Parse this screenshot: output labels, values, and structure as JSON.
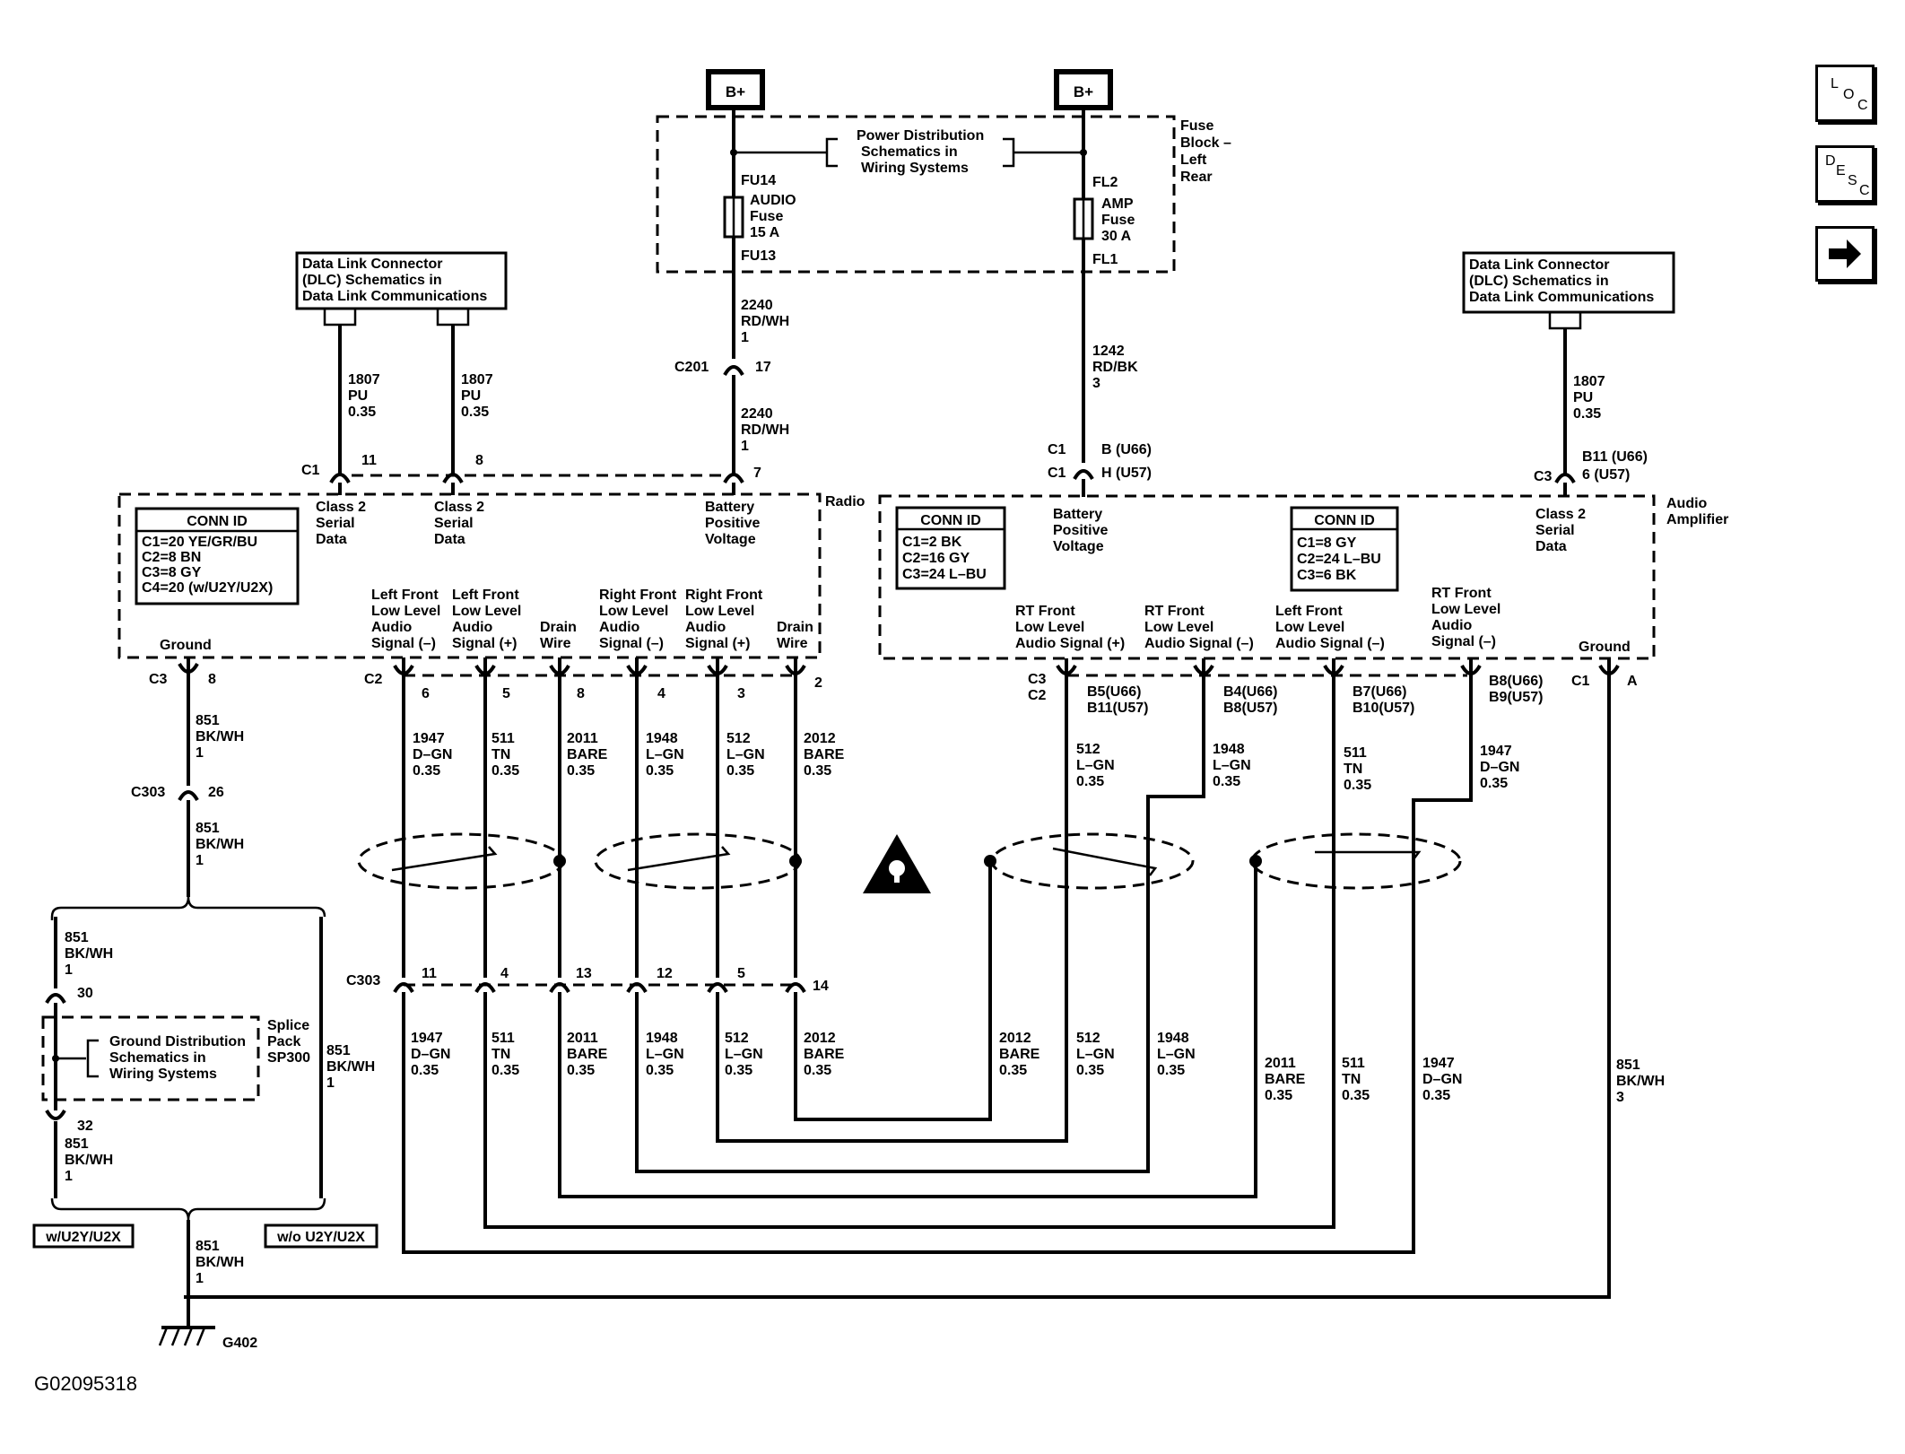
{
  "battery": {
    "left_label": "B+",
    "right_label": "B+"
  },
  "fuse_block": {
    "title": [
      "Fuse",
      "Block –",
      "Left",
      "Rear"
    ],
    "ref_note": [
      "Power Distribution",
      "Schematics in",
      "Wiring Systems"
    ],
    "audio_fuse": {
      "top_pin": "FU14",
      "lines": [
        "AUDIO",
        "Fuse",
        "15 A"
      ],
      "bottom_pin": "FU13"
    },
    "amp_fuse": {
      "top_pin": "FL2",
      "lines": [
        "AMP",
        "Fuse",
        "30 A"
      ],
      "bottom_pin": "FL1"
    }
  },
  "dlc_left": {
    "lines": [
      "Data Link Connector",
      "(DLC) Schematics in",
      "Data Link Communications"
    ]
  },
  "dlc_right": {
    "lines": [
      "Data Link Connector",
      "(DLC) Schematics in",
      "Data Link Communications"
    ]
  },
  "wires": {
    "w2240_top": [
      "2240",
      "RD/WH",
      "1"
    ],
    "w2240_bot": [
      "2240",
      "RD/WH",
      "1"
    ],
    "c201": {
      "name": "C201",
      "pin": "17"
    },
    "w1242": [
      "1242",
      "RD/BK",
      "3"
    ],
    "w1807_a": [
      "1807",
      "PU",
      "0.35"
    ],
    "w1807_b": [
      "1807",
      "PU",
      "0.35"
    ],
    "w1807_c": [
      "1807",
      "PU",
      "0.35"
    ]
  },
  "radio": {
    "name": "Radio",
    "c1_label": "C1",
    "pins_top": [
      {
        "num": "11",
        "label": [
          "Class 2",
          "Serial",
          "Data"
        ]
      },
      {
        "num": "8",
        "label": [
          "Class 2",
          "Serial",
          "Data"
        ]
      },
      {
        "num": "7",
        "label": [
          "Battery",
          "Positive",
          "Voltage"
        ]
      }
    ],
    "conn_id": {
      "title": "CONN ID",
      "lines": [
        "C1=20 YE/GR/BU",
        "C2=8 BN",
        "C3=8 GY",
        "C4=20 (w/U2Y/U2X)"
      ]
    },
    "ground": {
      "label": "Ground",
      "conn": "C3",
      "pin": "8"
    },
    "c2_label": "C2",
    "signals": [
      {
        "pin": "6",
        "label": [
          "Left Front",
          "Low Level",
          "Audio",
          "Signal (–)"
        ],
        "wire": [
          "1947",
          "D–GN",
          "0.35"
        ]
      },
      {
        "pin": "5",
        "label": [
          "Left Front",
          "Low Level",
          "Audio",
          "Signal (+)"
        ],
        "wire": [
          "511",
          "TN",
          "0.35"
        ]
      },
      {
        "pin": "8",
        "label": [
          "Drain",
          "Wire"
        ],
        "wire": [
          "2011",
          "BARE",
          "0.35"
        ]
      },
      {
        "pin": "4",
        "label": [
          "Right Front",
          "Low Level",
          "Audio",
          "Signal (–)"
        ],
        "wire": [
          "1948",
          "L–GN",
          "0.35"
        ]
      },
      {
        "pin": "3",
        "label": [
          "Right Front",
          "Low Level",
          "Audio",
          "Signal (+)"
        ],
        "wire": [
          "512",
          "L–GN",
          "0.35"
        ]
      },
      {
        "pin": "2",
        "label": [
          "Drain",
          "Wire"
        ],
        "wire": [
          "2012",
          "BARE",
          "0.35"
        ]
      }
    ]
  },
  "amplifier": {
    "name": [
      "Audio",
      "Amplifier"
    ],
    "c1_top": {
      "lines": [
        "C1",
        "C1"
      ],
      "pins": [
        "B (U66)",
        "H (U57)"
      ],
      "label": [
        "Battery",
        "Positive",
        "Voltage"
      ]
    },
    "c3_top": {
      "conn": "C3",
      "pins": [
        "B11 (U66)",
        "6 (U57)"
      ],
      "label": [
        "Class 2",
        "Serial",
        "Data"
      ]
    },
    "conn_id_a": {
      "title": "CONN ID",
      "lines": [
        "C1=2 BK",
        "C2=16 GY",
        "C3=24 L–BU"
      ]
    },
    "conn_id_b": {
      "title": "CONN ID",
      "lines": [
        "C1=8 GY",
        "C2=24 L–BU",
        "C3=6 BK"
      ]
    },
    "conn_left": [
      "C3",
      "C2"
    ],
    "signals": [
      {
        "label": [
          "RT Front",
          "Low Level",
          "Audio Signal (+)"
        ],
        "pins": [
          "B5(U66)",
          "B11(U57)"
        ],
        "wire": [
          "512",
          "L–GN",
          "0.35"
        ]
      },
      {
        "label": [
          "RT Front",
          "Low Level",
          "Audio Signal (–)"
        ],
        "pins": [
          "B4(U66)",
          "B8(U57)"
        ],
        "wire": [
          "1948",
          "L–GN",
          "0.35"
        ]
      },
      {
        "label": [
          "Left Front",
          "Low Level",
          "Audio Signal (–)"
        ],
        "pins": [
          "B7(U66)",
          "B10(U57)"
        ],
        "wire": [
          "511",
          "TN",
          "0.35"
        ]
      },
      {
        "label": [
          "RT Front",
          "Low Level",
          "Audio",
          "Signal (–)"
        ],
        "pins": [
          "B8(U66)",
          "B9(U57)"
        ],
        "wire": [
          "1947",
          "D–GN",
          "0.35"
        ]
      }
    ],
    "ground": {
      "label": "Ground",
      "conn": "C1",
      "pin": "A",
      "wire": [
        "851",
        "BK/WH",
        "3"
      ]
    }
  },
  "c303": {
    "name": "C303",
    "ground_pin": "26",
    "pins": [
      "11",
      "4",
      "13",
      "12",
      "5",
      "14"
    ],
    "lower_wires": [
      [
        "1947",
        "D–GN",
        "0.35"
      ],
      [
        "511",
        "TN",
        "0.35"
      ],
      [
        "2011",
        "BARE",
        "0.35"
      ],
      [
        "1948",
        "L–GN",
        "0.35"
      ],
      [
        "512",
        "L–GN",
        "0.35"
      ],
      [
        "2012",
        "BARE",
        "0.35"
      ]
    ],
    "right_wires": [
      [
        "2012",
        "BARE",
        "0.35"
      ],
      [
        "512",
        "L–GN",
        "0.35"
      ],
      [
        "1948",
        "L–GN",
        "0.35"
      ],
      [
        "2011",
        "BARE",
        "0.35"
      ],
      [
        "511",
        "TN",
        "0.35"
      ],
      [
        "1947",
        "D–GN",
        "0.35"
      ]
    ]
  },
  "ground_path": {
    "w1": [
      "851",
      "BK/WH",
      "1"
    ],
    "w2": [
      "851",
      "BK/WH",
      "1"
    ],
    "w3": [
      "851",
      "BK/WH",
      "1"
    ],
    "pin30": "30",
    "pin32": "32",
    "w4": [
      "851",
      "BK/WH",
      "1"
    ],
    "w5": [
      "851",
      "BK/WH",
      "1"
    ],
    "splice_ref": [
      "Ground Distribution",
      "Schematics in",
      "Wiring Systems"
    ],
    "splice_name": [
      "Splice",
      "Pack",
      "SP300"
    ],
    "option_with": "w/U2Y/U2X",
    "option_without": "w/o U2Y/U2X",
    "w6": [
      "851",
      "BK/WH",
      "1"
    ],
    "ground_id": "G402"
  },
  "side_buttons": {
    "loc": [
      "L",
      "O",
      "C"
    ],
    "desc": [
      "D",
      "E",
      "S",
      "C"
    ]
  },
  "figure_id": "G02095318"
}
